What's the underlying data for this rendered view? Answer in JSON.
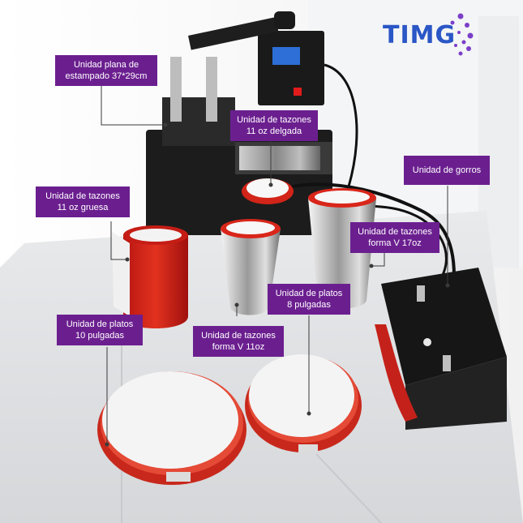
{
  "brand": {
    "name": "TIMG",
    "color": "#2a56c6",
    "dot_color": "#7b3fc8"
  },
  "callout_color": "#6b1f8f",
  "callouts": {
    "plana": {
      "line1": "Unidad plana de",
      "line2": "estampado 37*29cm"
    },
    "tazones_delgada": {
      "line1": "Unidad de tazones",
      "line2": "11 oz delgada"
    },
    "gorros": {
      "line1": "Unidad de gorros"
    },
    "tazones_gruesa": {
      "line1": "Unidad de tazones",
      "line2": "11 oz gruesa"
    },
    "tazones_v17": {
      "line1": "Unidad de tazones",
      "line2": "forma V 17oz"
    },
    "platos_8": {
      "line1": "Unidad de platos",
      "line2": "8 pulgadas"
    },
    "platos_10": {
      "line1": "Unidad de platos",
      "line2": "10 pulgadas"
    },
    "tazones_v11": {
      "line1": "Unidad de tazones",
      "line2": "forma V 11oz"
    }
  }
}
